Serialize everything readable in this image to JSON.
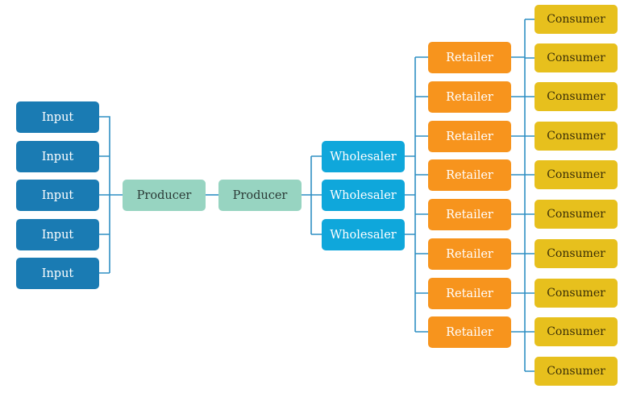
{
  "diagram": {
    "inputs": [
      "Input",
      "Input",
      "Input",
      "Input",
      "Input"
    ],
    "producers": [
      "Producer",
      "Producer"
    ],
    "wholesalers": [
      "Wholesaler",
      "Wholesaler",
      "Wholesaler"
    ],
    "retailers": [
      "Retailer",
      "Retailer",
      "Retailer",
      "Retailer",
      "Retailer",
      "Retailer",
      "Retailer",
      "Retailer"
    ],
    "consumers": [
      "Consumer",
      "Consumer",
      "Consumer",
      "Consumer",
      "Consumer",
      "Consumer",
      "Consumer",
      "Consumer",
      "Consumer",
      "Consumer"
    ]
  },
  "colors": {
    "input": "#1a7bb3",
    "producer": "#97d4c1",
    "wholesaler": "#0fa7db",
    "retailer": "#f7941d",
    "consumer": "#e7c01d",
    "connector": "#2f8fc3"
  }
}
